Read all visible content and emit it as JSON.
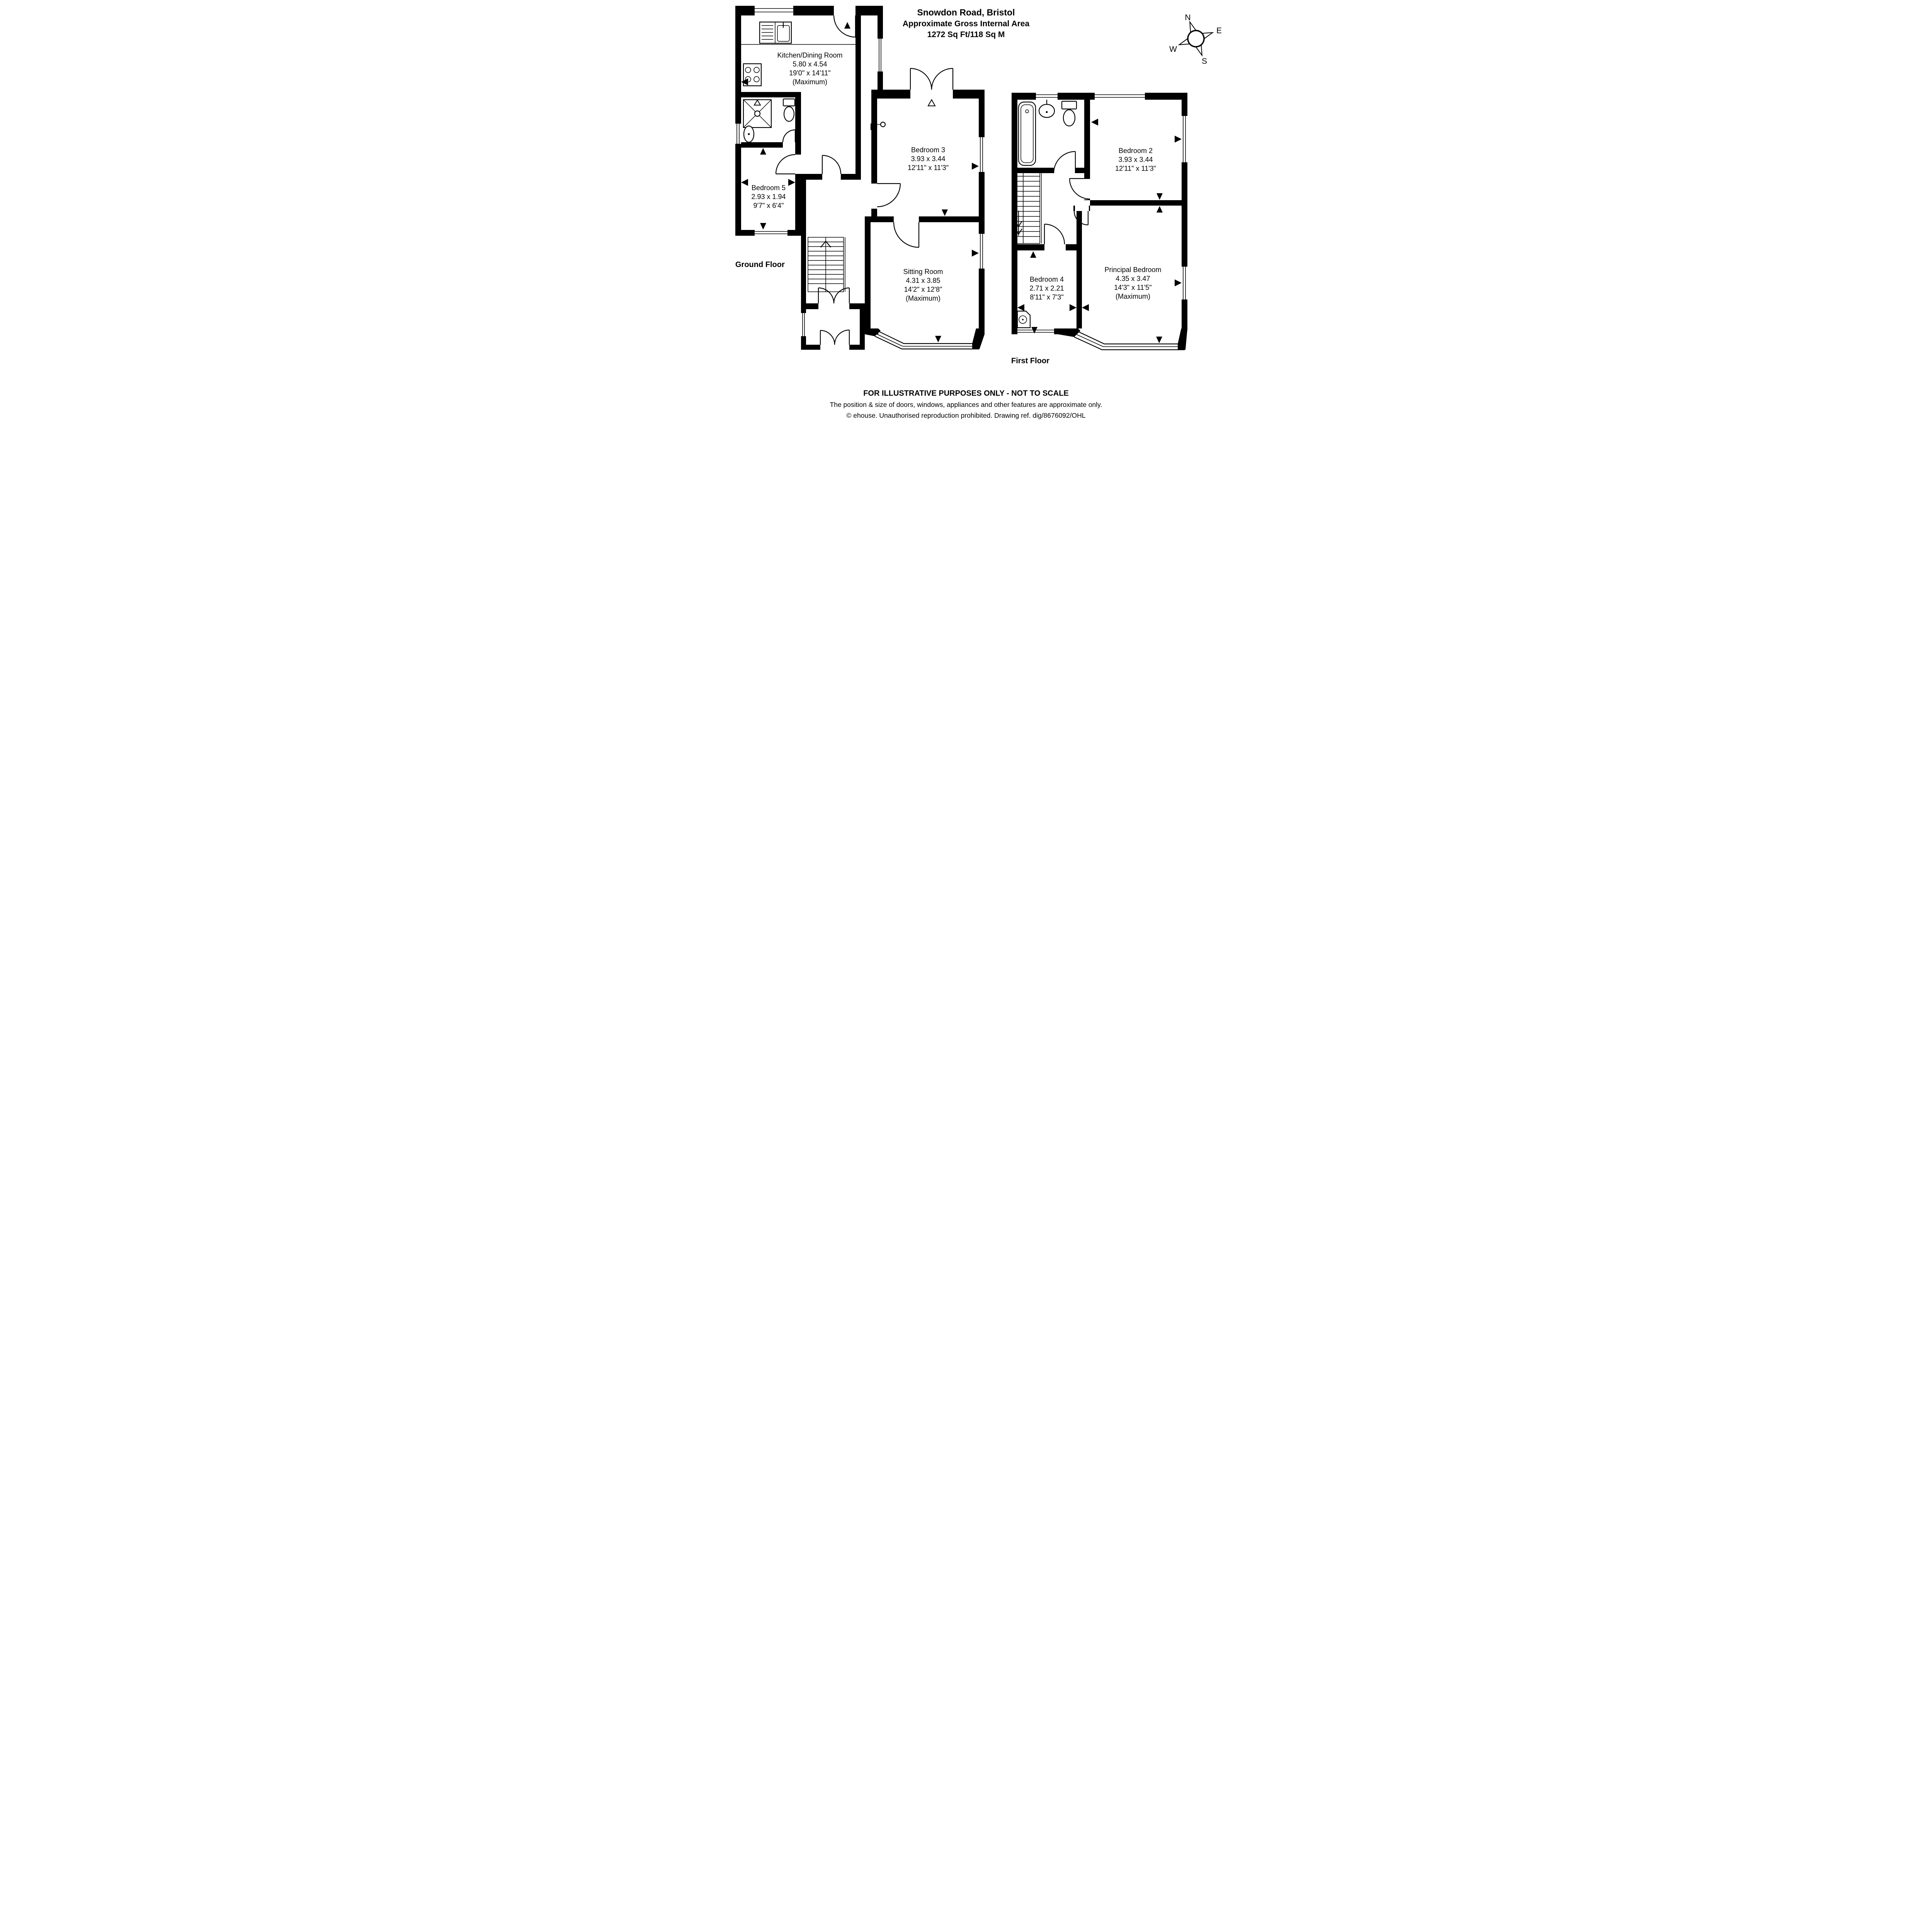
{
  "title": {
    "line1": "Snowdon Road, Bristol",
    "line2": "Approximate Gross Internal Area",
    "line3": "1272 Sq Ft/118 Sq M"
  },
  "compass": {
    "north": "N",
    "east": "E",
    "south": "S",
    "west": "W"
  },
  "ground_floor": {
    "label": "Ground Floor",
    "rooms": {
      "kitchen": {
        "name": "Kitchen/Dining Room",
        "metric": "5.80 x 4.54",
        "imperial": "19'0\" x 14'11\"",
        "qualifier": "(Maximum)"
      },
      "bedroom3": {
        "name": "Bedroom 3",
        "metric": "3.93 x 3.44",
        "imperial": "12'11\" x 11'3\""
      },
      "bedroom5": {
        "name": "Bedroom 5",
        "metric": "2.93 x 1.94",
        "imperial": "9'7\" x 6'4\""
      },
      "sitting": {
        "name": "Sitting Room",
        "metric": "4.31 x 3.85",
        "imperial": "14'2\" x 12'8\"",
        "qualifier": "(Maximum)"
      }
    }
  },
  "first_floor": {
    "label": "First Floor",
    "rooms": {
      "bedroom2": {
        "name": "Bedroom 2",
        "metric": "3.93 x 3.44",
        "imperial": "12'11\" x 11'3\""
      },
      "bedroom4": {
        "name": "Bedroom 4",
        "metric": "2.71 x 2.21",
        "imperial": "8'11\" x 7'3\""
      },
      "principal": {
        "name": "Principal Bedroom",
        "metric": "4.35 x 3.47",
        "imperial": "14'3\" x 11'5\"",
        "qualifier": "(Maximum)"
      }
    }
  },
  "footer": {
    "line1": "FOR ILLUSTRATIVE PURPOSES ONLY - NOT TO SCALE",
    "line2": "The position & size of doors, windows, appliances and other features are approximate only.",
    "line3": "© ehouse. Unauthorised reproduction prohibited. Drawing ref. dig/8676092/OHL"
  }
}
